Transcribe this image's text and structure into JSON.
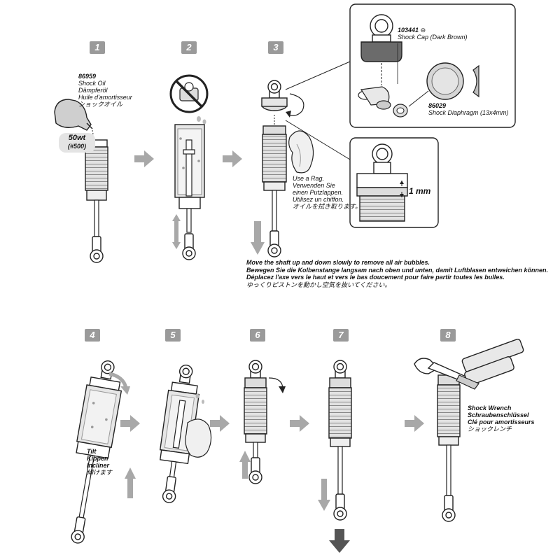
{
  "steps": [
    "1",
    "2",
    "3",
    "4",
    "5",
    "6",
    "7",
    "8"
  ],
  "shock_oil": {
    "part_no": "86959",
    "en": "Shock Oil",
    "de": "Dämpferöl",
    "fr": "Huile d'amortisseur",
    "jp": "ショックオイル",
    "weight": "50wt",
    "number": "(#500)"
  },
  "shock_cap": {
    "part_no": "103441",
    "name": "Shock Cap (Dark Brown)"
  },
  "diaphragm": {
    "part_no": "86029",
    "name": "Shock Diaphragm (13x4mm)"
  },
  "gap": "1 mm",
  "rag": {
    "en": "Use a Rag.",
    "de1": "Verwenden Sie",
    "de2": "einen Putzlappen.",
    "fr": "Utilisez un chiffon.",
    "jp": "オイルを拭き取ります。"
  },
  "instruction": {
    "en": "Move the shaft up and down slowly to remove all air bubbles.",
    "de": "Bewegen Sie die Kolbenstange langsam nach oben und unten, damit Luftblasen entweichen können.",
    "fr": "Déplacez l'axe vers le haut et vers le bas doucement pour faire partir toutes les bulles.",
    "jp": "ゆっくりピストンを動かし空気を抜いてください。"
  },
  "tilt": {
    "en": "Tilt",
    "de": "Kippen",
    "fr": "Incliner",
    "jp": "傾けます"
  },
  "wrench": {
    "en": "Shock Wrench",
    "de": "Schraubenschlüssel",
    "fr": "Clé pour amortisseurs",
    "jp": "ショックレンチ"
  },
  "colors": {
    "badge": "#9a9a9a",
    "arrow": "#a8a8a8",
    "body": "#d9d9d9",
    "outline": "#222222",
    "dark_arrow": "#555555"
  }
}
